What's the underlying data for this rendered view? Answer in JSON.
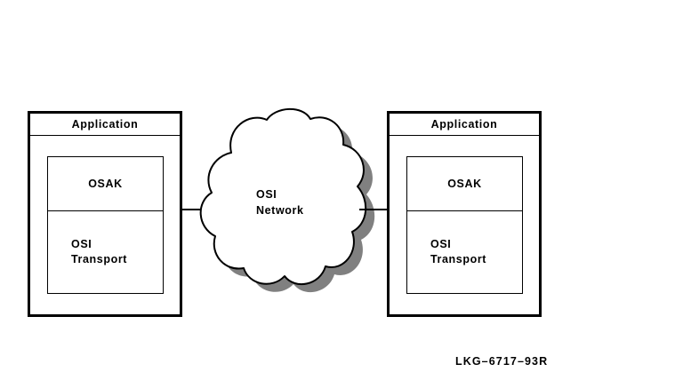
{
  "figure": {
    "caption": "LKG–6717–93R",
    "shadow_color": "#808080",
    "line_color": "#000000",
    "background_color": "#ffffff"
  },
  "nodes": [
    {
      "id": "left-system",
      "header": "Application",
      "layers": [
        {
          "id": "osak",
          "label": "OSAK"
        },
        {
          "id": "osi-transport",
          "label": "OSI\nTransport"
        }
      ]
    },
    {
      "id": "right-system",
      "header": "Application",
      "layers": [
        {
          "id": "osak",
          "label": "OSAK"
        },
        {
          "id": "osi-transport",
          "label": "OSI\nTransport"
        }
      ]
    }
  ],
  "cloud": {
    "label": "OSI\nNetwork"
  },
  "connectors": [
    {
      "id": "left-to-cloud",
      "from": "left-system",
      "to": "cloud"
    },
    {
      "id": "cloud-to-right",
      "from": "cloud",
      "to": "right-system"
    }
  ]
}
